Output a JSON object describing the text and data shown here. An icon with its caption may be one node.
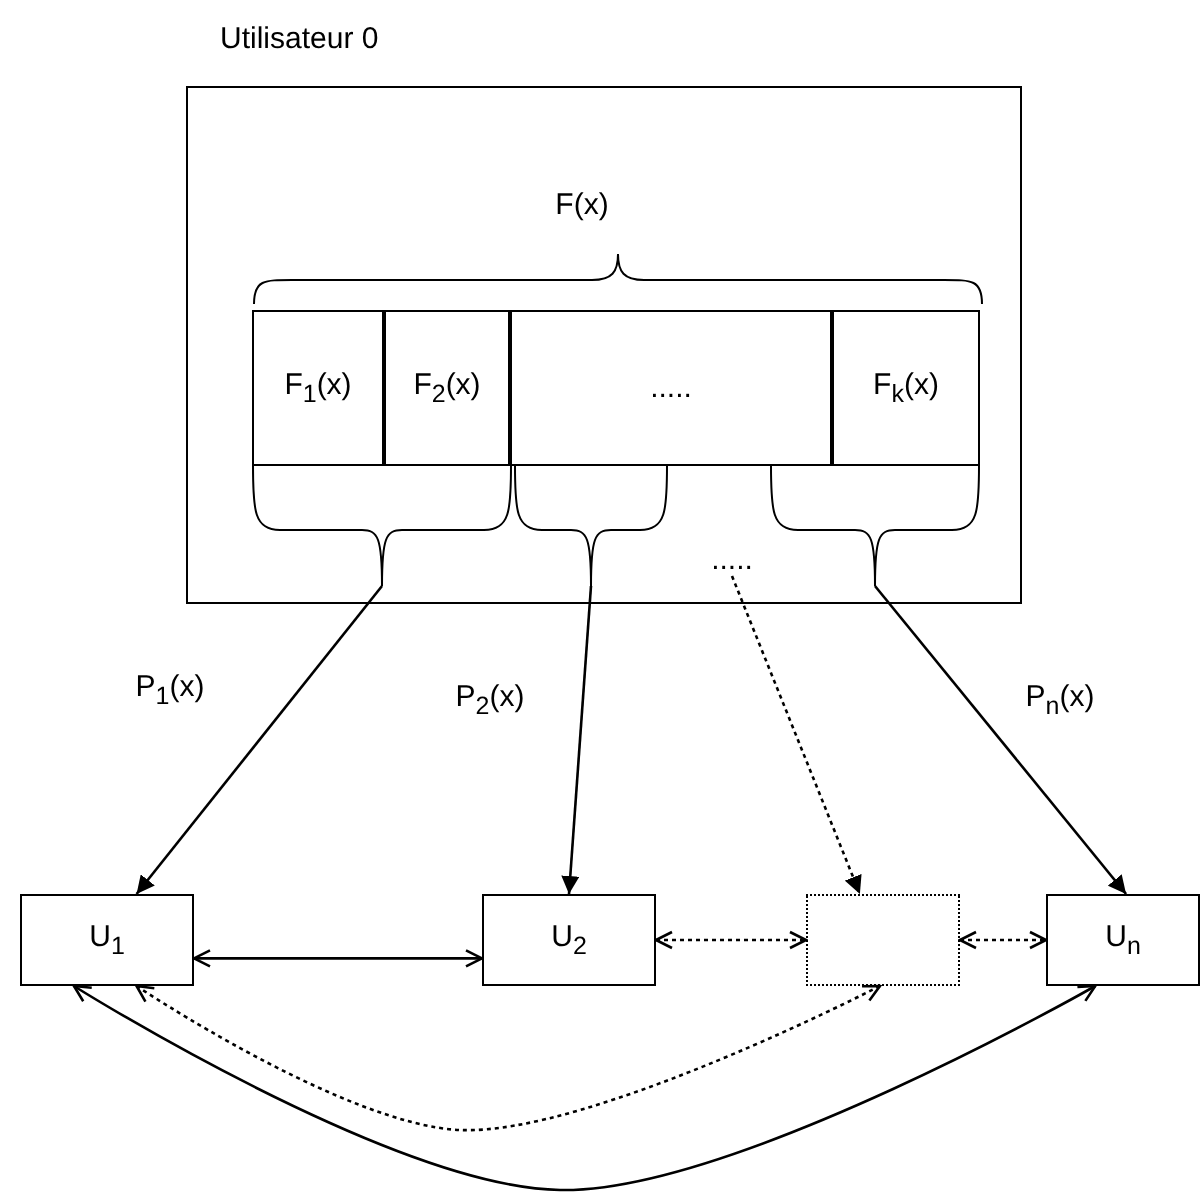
{
  "diagram": {
    "nodes": [
      {
        "text": [
          "Utilisateur 0"
        ]
      },
      {
        "text": [
          "F$_{1}$(x)"
        ],
        "in": 0
      },
      {
        "text": [
          "F$_{2}$(x)"
        ],
        "in": 0
      },
      {
        "text": [
          "....."
        ],
        "in": 0
      },
      {
        "text": [
          "F$_{k}$(x)"
        ],
        "in": 0
      },
      {
        "text": [],
        "shape": "brace",
        "in": 0
      },
      {
        "text": [],
        "shape": "brace",
        "in": 0
      },
      {
        "text": [
          "....."
        ],
        "in": 0
      },
      {
        "text": [],
        "shape": "brace",
        "in": 0
      },
      {
        "text": [
          "U$_{1}$"
        ]
      },
      {
        "text": [
          "U$_{2}$"
        ]
      },
      {
        "text": [],
        "shape": "box"
      },
      {
        "text": [
          "U$_{n}$"
        ]
      }
    ],
    "edges": [
      {
        "from": 5,
        "to": 9,
        "arrow": "to",
        "label": "P$_{1}$(x)"
      },
      {
        "from": 6,
        "to": 10,
        "arrow": "to",
        "label": "P$_{2}$(x)"
      },
      {
        "from": 7,
        "to": 11,
        "arrow": "to",
        "style": "dashed"
      },
      {
        "from": 8,
        "to": 12,
        "arrow": "to",
        "label": "P$_{n}$(x)"
      },
      {
        "from": 9,
        "to": 10,
        "arrow": "both"
      },
      {
        "from": 10,
        "to": 11,
        "arrow": "both",
        "style": "dashed"
      },
      {
        "from": 11,
        "to": 12,
        "arrow": "both",
        "style": "dashed"
      },
      {
        "from": 9,
        "to": 11,
        "arrow": "both",
        "style": "dashed"
      },
      {
        "from": 9,
        "to": 12,
        "arrow": "both"
      }
    ],
    "labels": [
      "F(x)"
    ]
  }
}
